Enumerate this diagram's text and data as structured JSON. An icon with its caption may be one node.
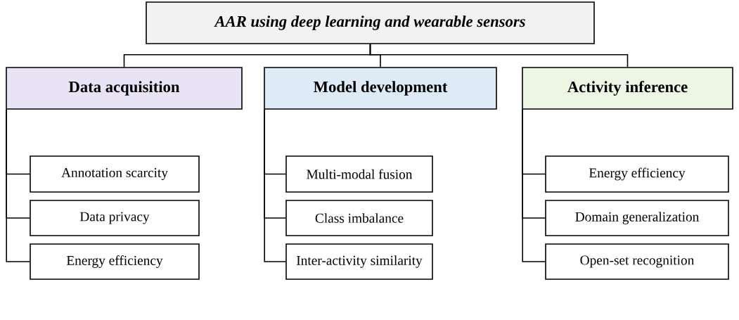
{
  "diagram": {
    "nodes": [
      {
        "text": [
          "AAR using deep learning and wearable sensors"
        ]
      },
      {
        "text": [
          "Data acquisition"
        ]
      },
      {
        "text": [
          "Model development"
        ]
      },
      {
        "text": [
          "Activity inference"
        ]
      },
      {
        "text": [
          "Annotation scarcity"
        ]
      },
      {
        "text": [
          "Data privacy"
        ]
      },
      {
        "text": [
          "Energy efficiency"
        ]
      },
      {
        "text": [
          "Multi-modal fusion"
        ]
      },
      {
        "text": [
          "Class imbalance"
        ]
      },
      {
        "text": [
          "Inter-activity similarity"
        ]
      },
      {
        "text": [
          "Energy efficiency"
        ]
      },
      {
        "text": [
          "Domain generalization"
        ]
      },
      {
        "text": [
          "Open-set recognition"
        ]
      }
    ],
    "edges": [
      {
        "from": 0,
        "to": 1,
        "arrow": "none"
      },
      {
        "from": 0,
        "to": 2,
        "arrow": "none"
      },
      {
        "from": 0,
        "to": 3,
        "arrow": "none"
      },
      {
        "from": 1,
        "to": 4,
        "arrow": "none"
      },
      {
        "from": 1,
        "to": 5,
        "arrow": "none"
      },
      {
        "from": 1,
        "to": 6,
        "arrow": "none"
      },
      {
        "from": 2,
        "to": 7,
        "arrow": "none"
      },
      {
        "from": 2,
        "to": 8,
        "arrow": "none"
      },
      {
        "from": 2,
        "to": 9,
        "arrow": "none"
      },
      {
        "from": 3,
        "to": 10,
        "arrow": "none"
      },
      {
        "from": 3,
        "to": 11,
        "arrow": "none"
      },
      {
        "from": 3,
        "to": 12,
        "arrow": "none"
      }
    ]
  }
}
